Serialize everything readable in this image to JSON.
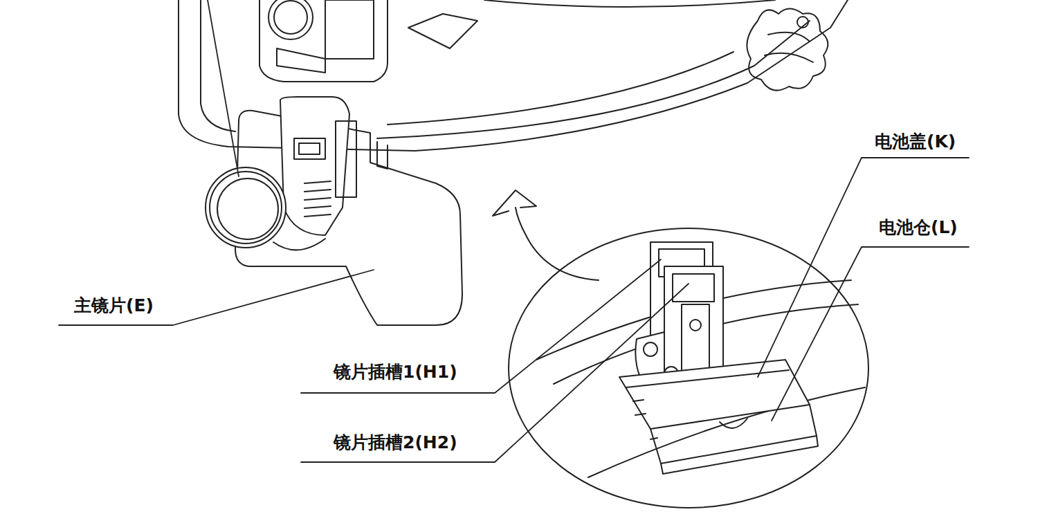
{
  "diagram": {
    "labels": [
      "电池盖(K)",
      "电池仓(L)",
      "主镜片(E)",
      "镜片插槽1(H1)",
      "镜片插槽2(H2)"
    ]
  }
}
